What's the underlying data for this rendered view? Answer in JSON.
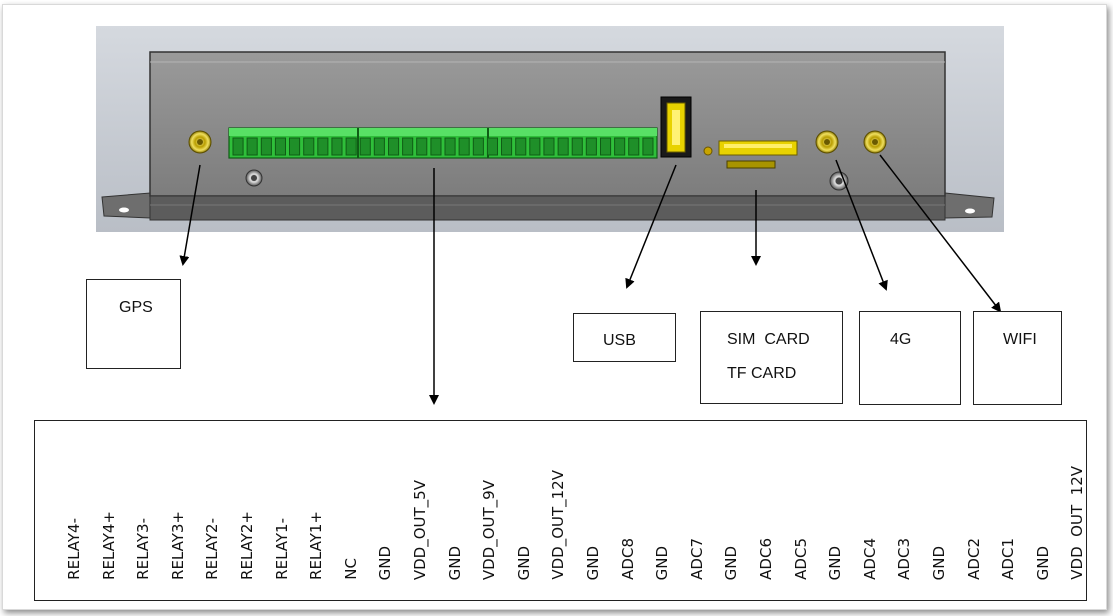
{
  "boxes": {
    "gps": "GPS",
    "usb": "USB",
    "sim_card": "SIM  CARD",
    "tf_card": "TF CARD",
    "fourg": "4G",
    "wifi": "WIFI"
  },
  "pins": [
    "RELAY4-",
    "RELAY4+",
    "RELAY3-",
    "RELAY3+",
    "RELAY2-",
    "RELAY2+",
    "RELAY1-",
    "RELAY1+",
    "NC",
    "GND",
    "VDD_OUT_5V",
    "GND",
    "VDD_OUT_9V",
    "GND",
    "VDD_OUT_12V",
    "GND",
    "ADC8",
    "GND",
    "ADC7",
    "GND",
    "ADC6",
    "ADC5",
    "GND",
    "ADC4",
    "ADC3",
    "GND",
    "ADC2",
    "ADC1",
    "GND",
    "VDD  OUT  12V"
  ],
  "colors": {
    "terminal_green": "#2fbf3a",
    "antenna_gold": "#c8b400",
    "device_gray": "#8e8e8e"
  }
}
